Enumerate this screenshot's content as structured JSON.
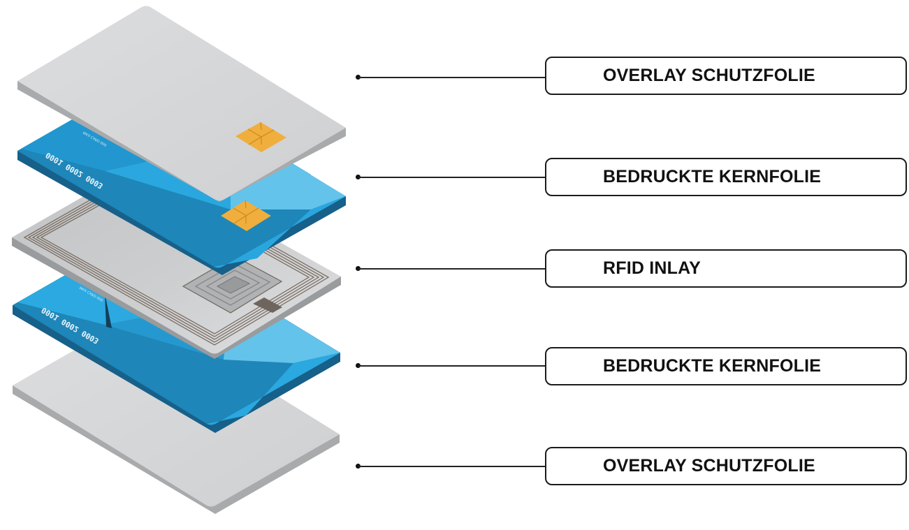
{
  "layers": [
    {
      "label": "OVERLAY SCHUTZFOLIE"
    },
    {
      "label": "BEDRUCKTE KERNFOLIE"
    },
    {
      "label": "RFID INLAY"
    },
    {
      "label": "BEDRUCKTE KERNFOLIE"
    },
    {
      "label": "OVERLAY SCHUTZFOLIE"
    }
  ],
  "cards": {
    "upper_core_number": "0001 0002 0003",
    "lower_core_number": "0001 0002 0003",
    "upper_core_small_text": "MAX CARD 000",
    "lower_core_small_text": "MAX CARD 000"
  },
  "colors": {
    "overlay": "#d3d4d6",
    "core_dark": "#1f86b5",
    "core_light": "#5ec2ea",
    "chip": "#f0ae3c",
    "inlay": "#c8c9cb",
    "antenna": "#7a6e63"
  }
}
